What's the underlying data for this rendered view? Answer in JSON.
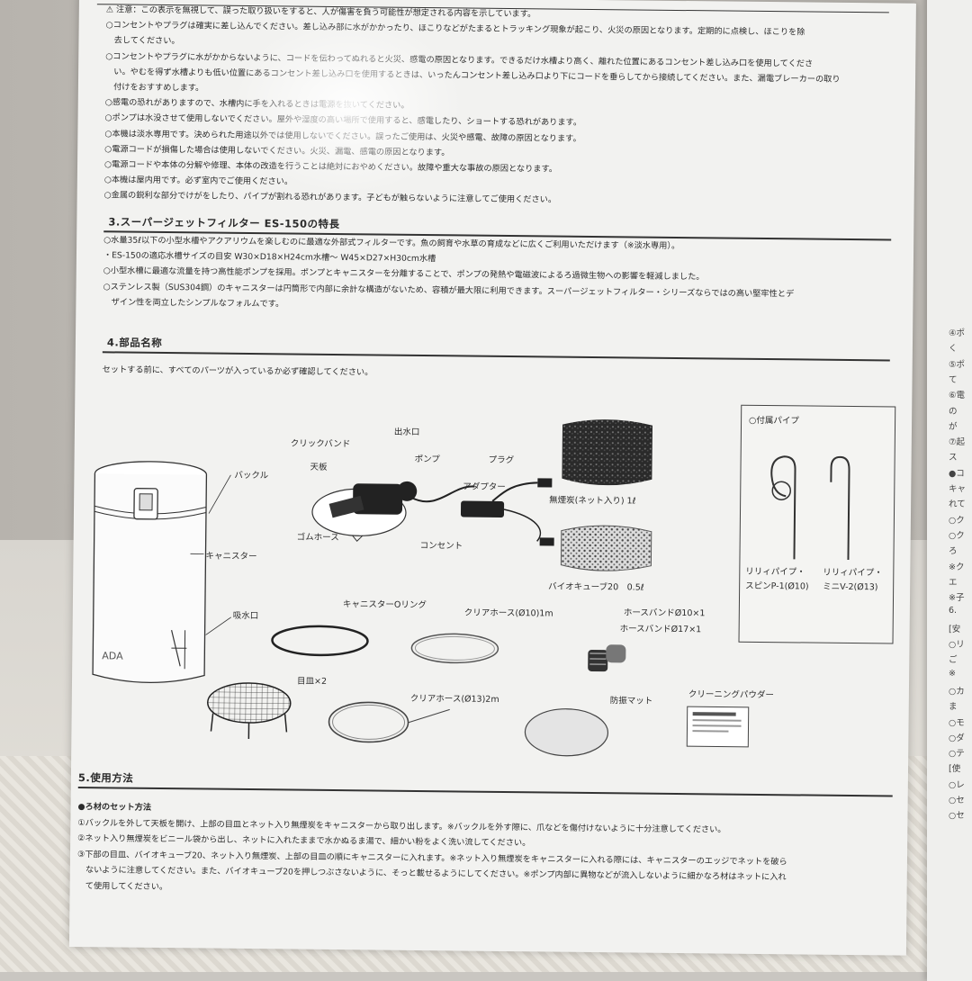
{
  "caution": {
    "lines": [
      "⚠ 注意：この表示を無視して、誤った取り扱いをすると、人が傷害を負う可能性が想定される内容を示しています。",
      "○コンセントやプラグは確実に差し込んでください。差し込み部に水がかかったり、ほこりなどがたまるとトラッキング現象が起こり、火災の原因となります。定期的に点検し、ほこりを除",
      "　去してください。",
      "○コンセントやプラグに水がかからないように、コードを伝わってぬれると火災、感電の原因となります。できるだけ水槽より高く、離れた位置にあるコンセント差し込み口を使用してくださ",
      "　い。やむを得ず水槽よりも低い位置にあるコンセント差し込み口を使用するときは、いったんコンセント差し込み口より下にコードを垂らしてから接続してください。また、漏電ブレーカーの取り",
      "　付けをおすすめします。",
      "○感電の恐れがありますので、水槽内に手を入れるときは電源を抜いてください。",
      "○ポンプは水没させて使用しないでください。屋外や湿度の高い場所で使用すると、感電したり、ショートする恐れがあります。",
      "○本機は淡水専用です。決められた用途以外では使用しないでください。誤ったご使用は、火災や感電、故障の原因となります。",
      "○電源コードが損傷した場合は使用しないでください。火災、漏電、感電の原因となります。",
      "○電源コードや本体の分解や修理、本体の改造を行うことは絶対におやめください。故障や重大な事故の原因となります。",
      "○本機は屋内用です。必ず室内でご使用ください。",
      "○金属の鋭利な部分でけがをしたり、パイプが割れる恐れがあります。子どもが触らないように注意してご使用ください。"
    ]
  },
  "section3": {
    "title": "3.スーパージェットフィルター ES-150の特長",
    "lines": [
      "○水量35ℓ以下の小型水槽やアクアリウムを楽しむのに最適な外部式フィルターです。魚の飼育や水草の育成などに広くご利用いただけます（※淡水専用）。",
      "・ES-150の適応水槽サイズの目安 W30×D18×H24cm水槽～ W45×D27×H30cm水槽",
      "○小型水槽に最適な流量を持つ高性能ポンプを採用。ポンプとキャニスターを分離することで、ポンプの発熱や電磁波によるろ過微生物への影響を軽減しました。",
      "○ステンレス製（SUS304鋼）のキャニスターは円筒形で内部に余計な構造がないため、容積が最大限に利用できます。スーパージェットフィルター・シリーズならではの高い堅牢性とデ",
      "　ザイン性を両立したシンプルなフォルムです。"
    ]
  },
  "section4": {
    "title": "4.部品名称",
    "intro": "セットする前に、すべてのパーツが入っているか必ず確認してください。",
    "parts": {
      "buckle": "バックル",
      "canister": "キャニスター",
      "intake": "吸水口",
      "logo": "ADA",
      "click_band": "クリックバンド",
      "outlet": "出水口",
      "top_plate": "天板",
      "pump": "ポンプ",
      "plug": "プラグ",
      "adapter": "アダプター",
      "rubber_hose": "ゴムホース",
      "outlet_socket": "コンセント",
      "carbon": "無煙炭(ネット入り) 1ℓ",
      "biocube": "バイオキューブ20　0.5ℓ",
      "oring": "キャニスターOリング",
      "clear_hose10": "クリアホース(Ø10)1m",
      "band10": "ホースバンドØ10×1",
      "band17": "ホースバンドØ17×1",
      "mesh": "目皿×2",
      "clear_hose13": "クリアホース(Ø13)2m",
      "mat": "防振マット",
      "powder": "クリーニングパウダー"
    },
    "pipes": {
      "title": "○付属パイプ",
      "pipe1": [
        "リリィパイプ・",
        "スピンP-1(Ø10)"
      ],
      "pipe2": [
        "リリィパイプ・",
        "ミニV-2(Ø13)"
      ]
    }
  },
  "section5": {
    "title": "5.使用方法",
    "subtitle": "●ろ材のセット方法",
    "steps": [
      "①バックルを外して天板を開け、上部の目皿とネット入り無煙炭をキャニスターから取り出します。※バックルを外す際に、爪などを傷付けないように十分注意してください。",
      "②ネット入り無煙炭をビニール袋から出し、ネットに入れたままで水かぬるま湯で、細かい粉をよく洗い流してください。",
      "③下部の目皿、バイオキューブ20、ネット入り無煙炭、上部の目皿の順にキャニスターに入れます。※ネット入り無煙炭をキャニスターに入れる際には、キャニスターのエッジでネットを破ら",
      "　ないように注意してください。また、バイオキューブ20を押しつぶさないように、そっと載せるようにしてください。※ポンプ内部に異物などが流入しないように細かなろ材はネットに入れ",
      "　て使用してください。"
    ]
  },
  "side": [
    "④ポ",
    "く",
    "⑤ポ",
    "て",
    "⑥電",
    "の",
    "が",
    "⑦起",
    "ス",
    "●コ",
    "キャ",
    "れて",
    "○ク",
    "○ク",
    "ろ",
    "※ク",
    "エ",
    "※子",
    "6.",
    "[安",
    "○リ",
    "ご",
    "※",
    "○カ",
    "ま",
    "○モ",
    "○ダ",
    "○テ",
    "[使",
    "○レ",
    "○セ",
    "○セ"
  ]
}
